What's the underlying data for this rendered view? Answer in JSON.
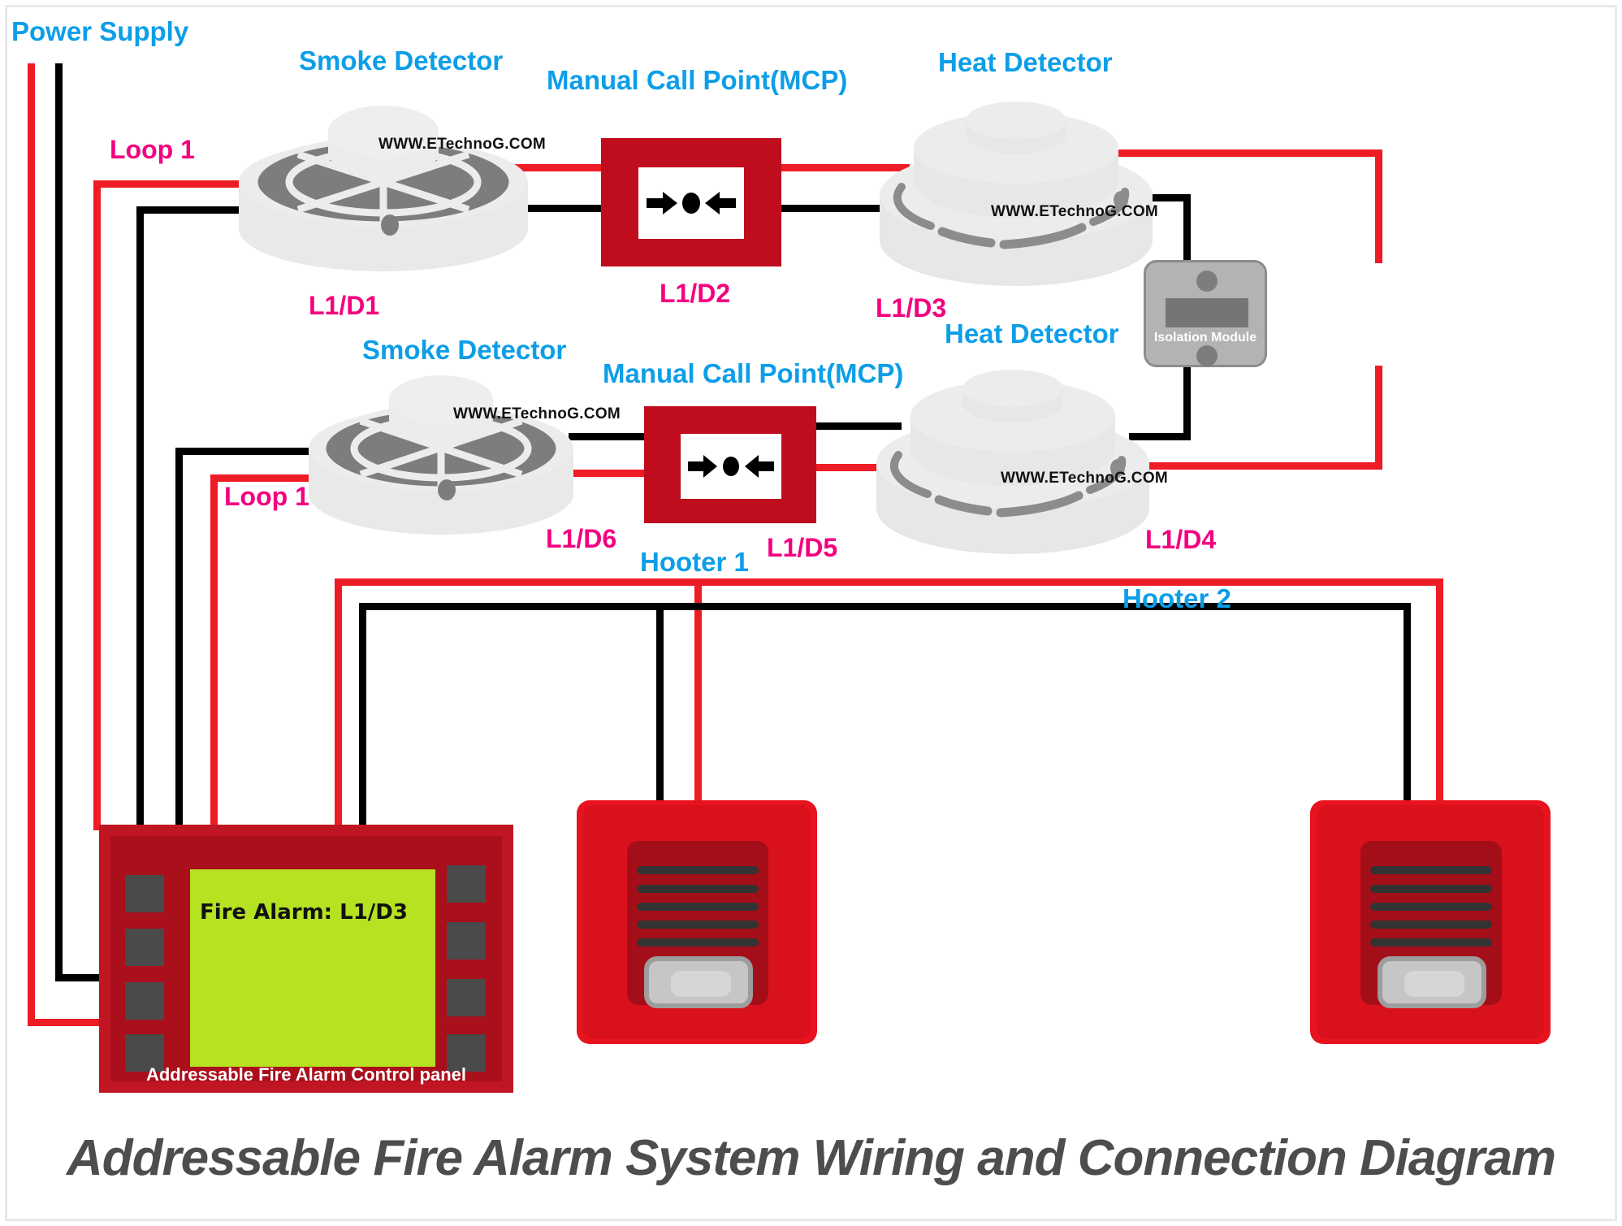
{
  "diagram": {
    "title": "Addressable Fire Alarm System Wiring and Connection Diagram",
    "watermark": "WWW.ETechnoG.COM",
    "colors": {
      "label_blue": "#0d9ee8",
      "label_pink": "#f4007f",
      "wire_red": "#ee1c25",
      "wire_black": "#000000",
      "mcp_red": "#bf0d1e",
      "panel_red": "#c01522",
      "lcd_green": "#b5e221",
      "hooter_red": "#e8131f",
      "device_grey": "#e6e6e6",
      "module_grey": "#b3b3b3",
      "title_grey": "#4d4d4d"
    }
  },
  "labels": {
    "power_supply": "Power Supply",
    "loop1_top": "Loop 1",
    "loop1_bottom": "Loop 1",
    "smoke_detector_1": "Smoke Detector",
    "smoke_detector_2": "Smoke Detector",
    "mcp_1": "Manual Call Point(MCP)",
    "mcp_2": "Manual Call Point(MCP)",
    "heat_detector_1": "Heat Detector",
    "heat_detector_2": "Heat Detector",
    "hooter_1": "Hooter 1",
    "hooter_2": "Hooter 2"
  },
  "addresses": {
    "d1": "L1/D1",
    "d2": "L1/D2",
    "d3": "L1/D3",
    "d4": "L1/D4",
    "d5": "L1/D5",
    "d6": "L1/D6"
  },
  "isolation_module": {
    "label": "Isolation Module"
  },
  "control_panel": {
    "display_text": "Fire Alarm: L1/D3",
    "caption": "Addressable Fire Alarm Control panel",
    "left_buttons": [
      "button-1",
      "button-2",
      "button-3",
      "button-4"
    ],
    "right_buttons": [
      "button-5",
      "button-6",
      "button-7",
      "button-8"
    ]
  },
  "hooters": [
    {
      "name": "Hooter 1",
      "bars": 5
    },
    {
      "name": "Hooter 2",
      "bars": 5
    }
  ],
  "devices": [
    {
      "id": "d1",
      "type": "smoke-detector",
      "address": "L1/D1",
      "loop": "Loop 1"
    },
    {
      "id": "d2",
      "type": "manual-call-point",
      "address": "L1/D2",
      "loop": "Loop 1"
    },
    {
      "id": "d3",
      "type": "heat-detector",
      "address": "L1/D3",
      "loop": "Loop 1"
    },
    {
      "id": "d4",
      "type": "heat-detector",
      "address": "L1/D4",
      "loop": "Loop 1"
    },
    {
      "id": "d5",
      "type": "manual-call-point",
      "address": "L1/D5",
      "loop": "Loop 1"
    },
    {
      "id": "d6",
      "type": "smoke-detector",
      "address": "L1/D6",
      "loop": "Loop 1"
    }
  ]
}
